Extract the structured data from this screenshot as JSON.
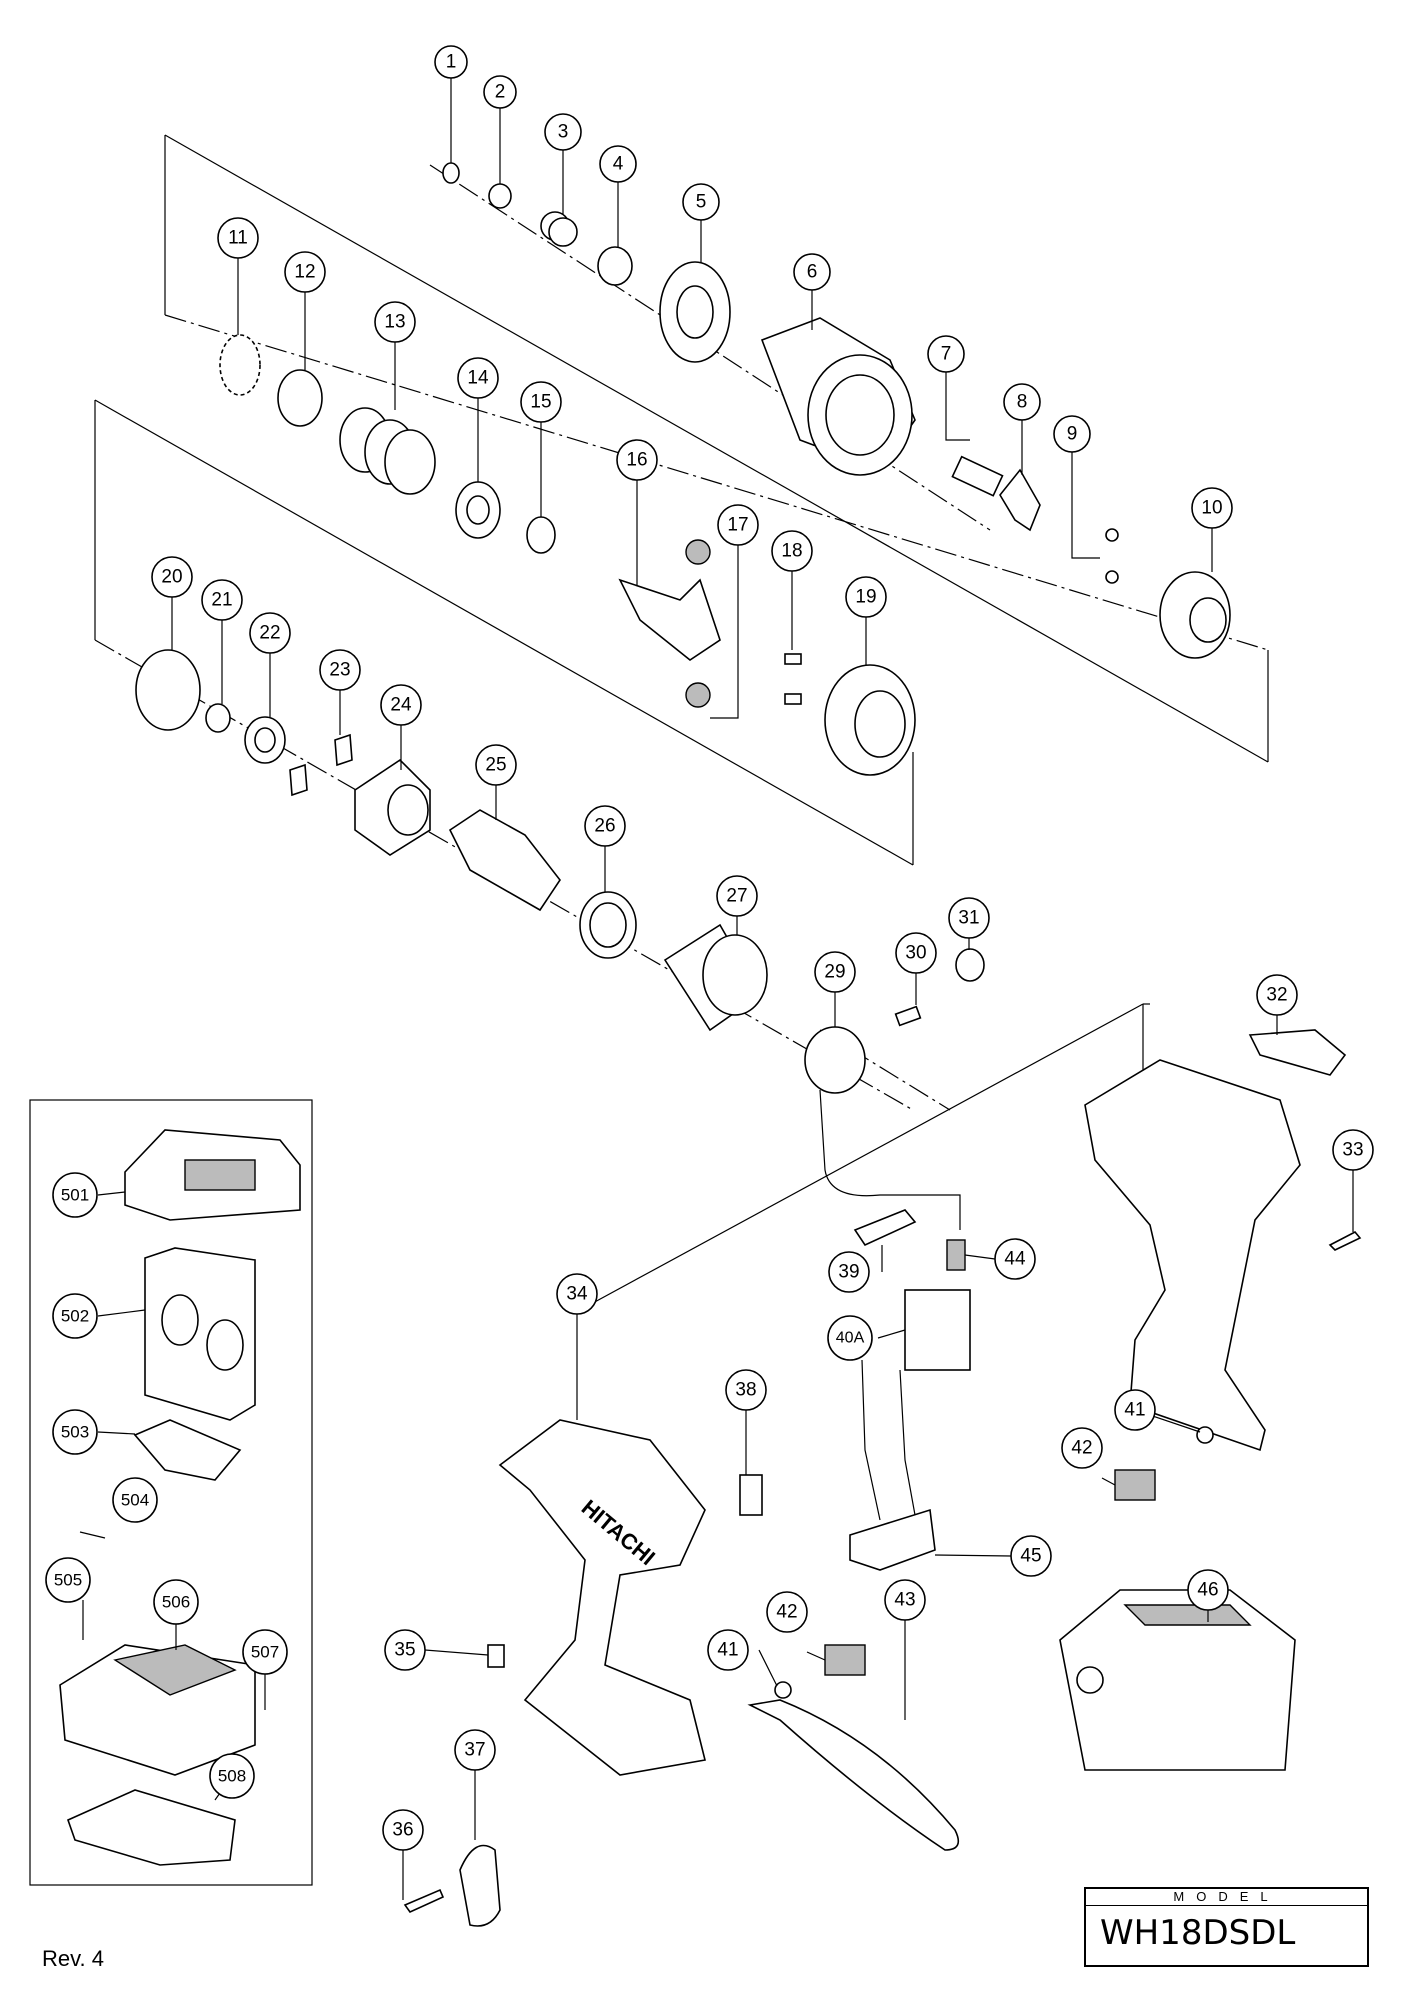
{
  "revision": "Rev. 4",
  "model": {
    "header": "MODEL",
    "value": "WH18DSDL"
  },
  "callouts": [
    "1",
    "2",
    "3",
    "4",
    "5",
    "6",
    "7",
    "8",
    "9",
    "10",
    "11",
    "12",
    "13",
    "14",
    "15",
    "16",
    "17",
    "18",
    "19",
    "20",
    "21",
    "22",
    "23",
    "24",
    "25",
    "26",
    "27",
    "29",
    "30",
    "31",
    "32",
    "33",
    "34",
    "35",
    "36",
    "37",
    "38",
    "39",
    "40A",
    "41",
    "41",
    "42",
    "42",
    "43",
    "44",
    "45",
    "46",
    "501",
    "502",
    "503",
    "504",
    "505",
    "506",
    "507",
    "508"
  ],
  "brand_text": "HITACHI"
}
